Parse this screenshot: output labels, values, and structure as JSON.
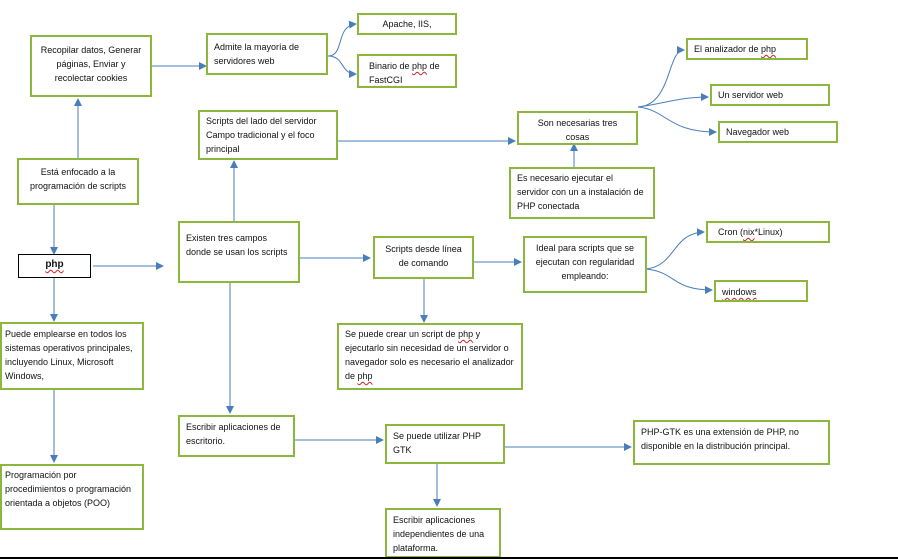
{
  "nodes": {
    "recopilar": "Recopilar datos, Generar páginas, Enviar y recolectar cookies",
    "admite": "Admite la mayoría de servidores web",
    "apache": "Apache, IIS,",
    "binario_pre": "Binario de ",
    "binario_php": "php",
    "binario_mid": " de ",
    "binario_fast": "FastCGI",
    "enfocado": "Está enfocado a la programación de scripts",
    "scripts_servidor": "Scripts del lado del servidor Campo tradicional y el foco principal",
    "necesarias": "Son necesarias tres cosas",
    "analizador_pre": "El analizador de ",
    "analizador_php": "php",
    "servidor_web": "Un servidor web",
    "navegador_web": "Navegador web",
    "necesario_ejecutar": "Es necesario ejecutar el servidor con un a instalación de PHP conectada",
    "php": "php",
    "tres_campos": "Existen tres campos donde se usan los scripts",
    "linea_comando": "Scripts desde línea de comando",
    "ideal": "Ideal para scripts que se ejecutan con regularidad empleando:",
    "cron_pre": "Cron (",
    "cron_nix": "nix",
    "cron_post": "*Linux)",
    "windows": "windows",
    "se_puede_pre": "Se puede crear un script de ",
    "se_puede_php": "php",
    "se_puede_mid": " y ejecutarlo sin necesidad de un servidor o navegador solo es necesario el analizador de ",
    "se_puede_php2": "php",
    "emplearse": "Puede emplearse en todos los sistemas operativos principales, incluyendo Linux, Microsoft Windows,",
    "escritorio": "Escribir aplicaciones de escritorio.",
    "gtk": "Se puede utilizar PHP GTK",
    "php_gtk": "PHP-GTK es una extensión de PHP, no disponible en la distribución principal.",
    "programacion": "Programación por procedimientos o programación orientada a objetos (POO)",
    "independientes": "Escribir aplicaciones independientes de una plataforma."
  },
  "colors": {
    "box_border": "#8db63c",
    "arrow": "#4a7ebb",
    "misspelling_underline": "#d02020"
  }
}
